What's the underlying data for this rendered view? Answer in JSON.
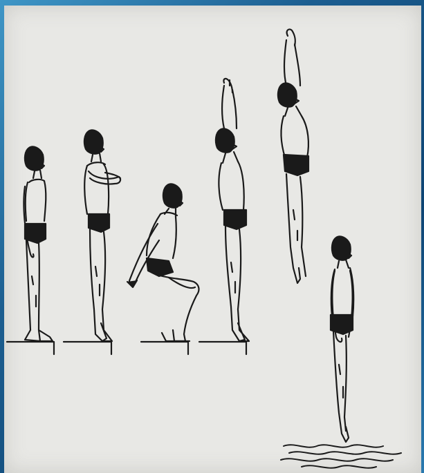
{
  "figure": {
    "subject": "diving-sequence",
    "colors": {
      "ink": "#1a1a1a",
      "paper": "#e8e8e5",
      "frame": "#1c5e90"
    },
    "figures": [
      {
        "pose": "standing-arms-down"
      },
      {
        "pose": "standing-arms-crossed-on-toes"
      },
      {
        "pose": "crouching-arms-back"
      },
      {
        "pose": "standing-arms-raised-on-toes"
      },
      {
        "pose": "jumping-arms-raised"
      },
      {
        "pose": "entering-water"
      }
    ]
  }
}
